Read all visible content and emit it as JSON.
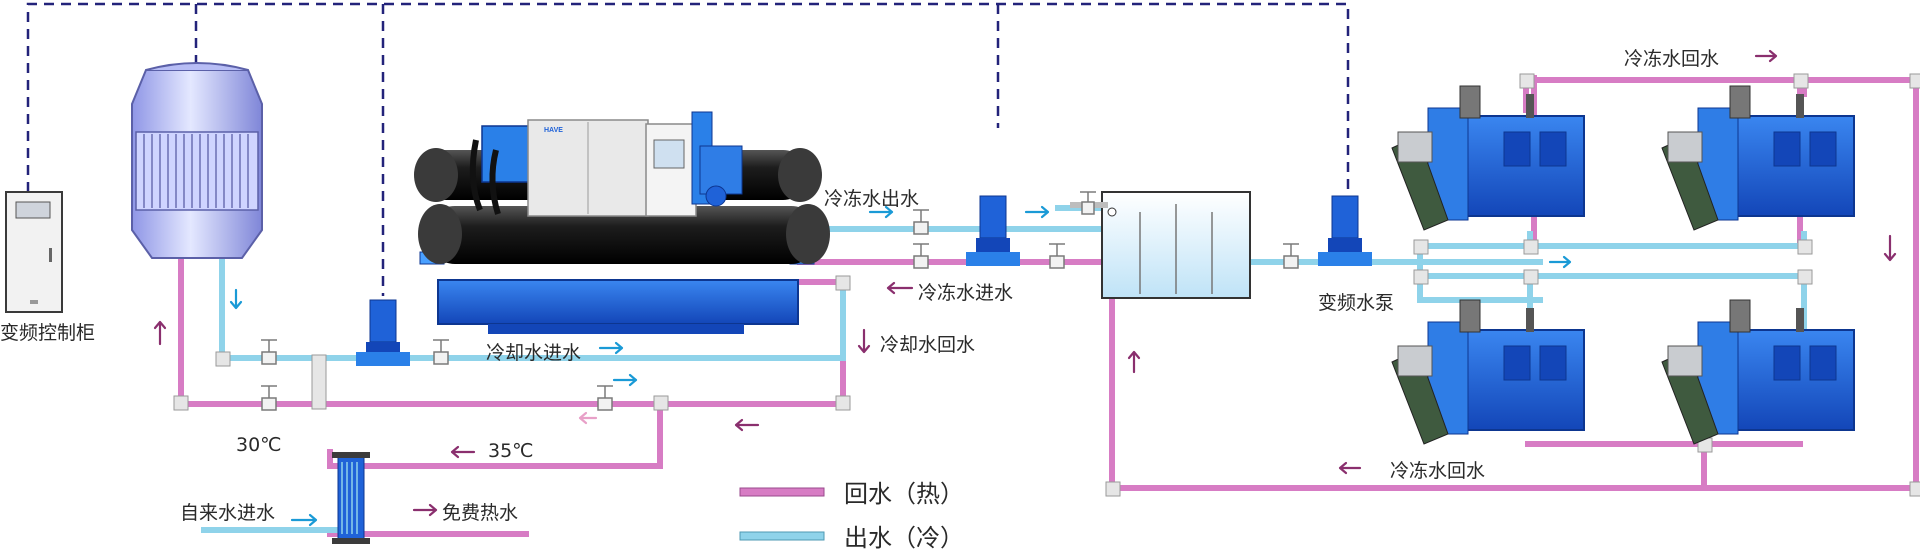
{
  "labels": {
    "control_cabinet": "变频控制柜",
    "chilled_out": "冷冻水出水",
    "chilled_in": "冷冻水进水",
    "cooling_in": "冷却水进水",
    "cooling_return": "冷却水回水",
    "vfd_pump": "变频水泵",
    "chilled_return_top": "冷冻水回水",
    "chilled_return_bottom": "冷冻水回水",
    "temp_30": "30℃",
    "temp_35": "35℃",
    "tap_water_in": "自来水进水",
    "free_hot_water": "免费热水",
    "chiller_brand": "HAVE"
  },
  "legend": {
    "return_label": "回水（热）",
    "outlet_label": "出水（冷）"
  },
  "colors": {
    "return_pipe": "#d77cc4",
    "outlet_pipe": "#8fd3ea",
    "arrow_cold": "#1a9ad6",
    "arrow_hot": "#8a2f6e",
    "control_line": "#23237a",
    "machine_blue": "#1f62d8"
  },
  "icons": [
    "arrow-icon",
    "valve-icon",
    "pump-icon"
  ]
}
